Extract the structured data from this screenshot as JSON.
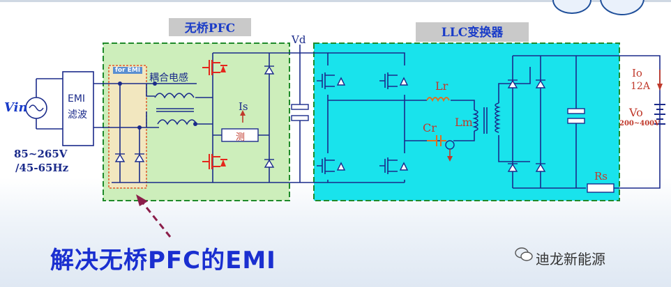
{
  "pfc_title": "无桥PFC",
  "llc_title": "LLC变换器",
  "vd_label": "Vd",
  "input": {
    "vin_label": "Vin",
    "emi_label_1": "EMI",
    "emi_label_2": "滤波",
    "range_1": "85~265V",
    "range_2": "/45-65Hz"
  },
  "for_emi_label": "for EMI",
  "coupled_inductor_label": "耦合电感",
  "is_label": "Is",
  "measure_label": "测",
  "lr_label": "Lr",
  "cr_label": "Cr",
  "lm_label": "Lm",
  "rs_label": "Rs",
  "output": {
    "io_label": "Io",
    "io_value": "12A",
    "vo_label": "Vo",
    "vo_range": "200~400V"
  },
  "headline": "解决无桥PFC的EMI",
  "wechat_account": "迪龙新能源",
  "colors": {
    "pfc_region": "#cdeebb",
    "llc_region": "#19e3ec",
    "wire": "#1a2a8a",
    "switch_red": "#e5261c",
    "arrow_red": "#c0392b",
    "dashed_border": "#1f8a2a",
    "title_text": "#1a3cc8"
  }
}
